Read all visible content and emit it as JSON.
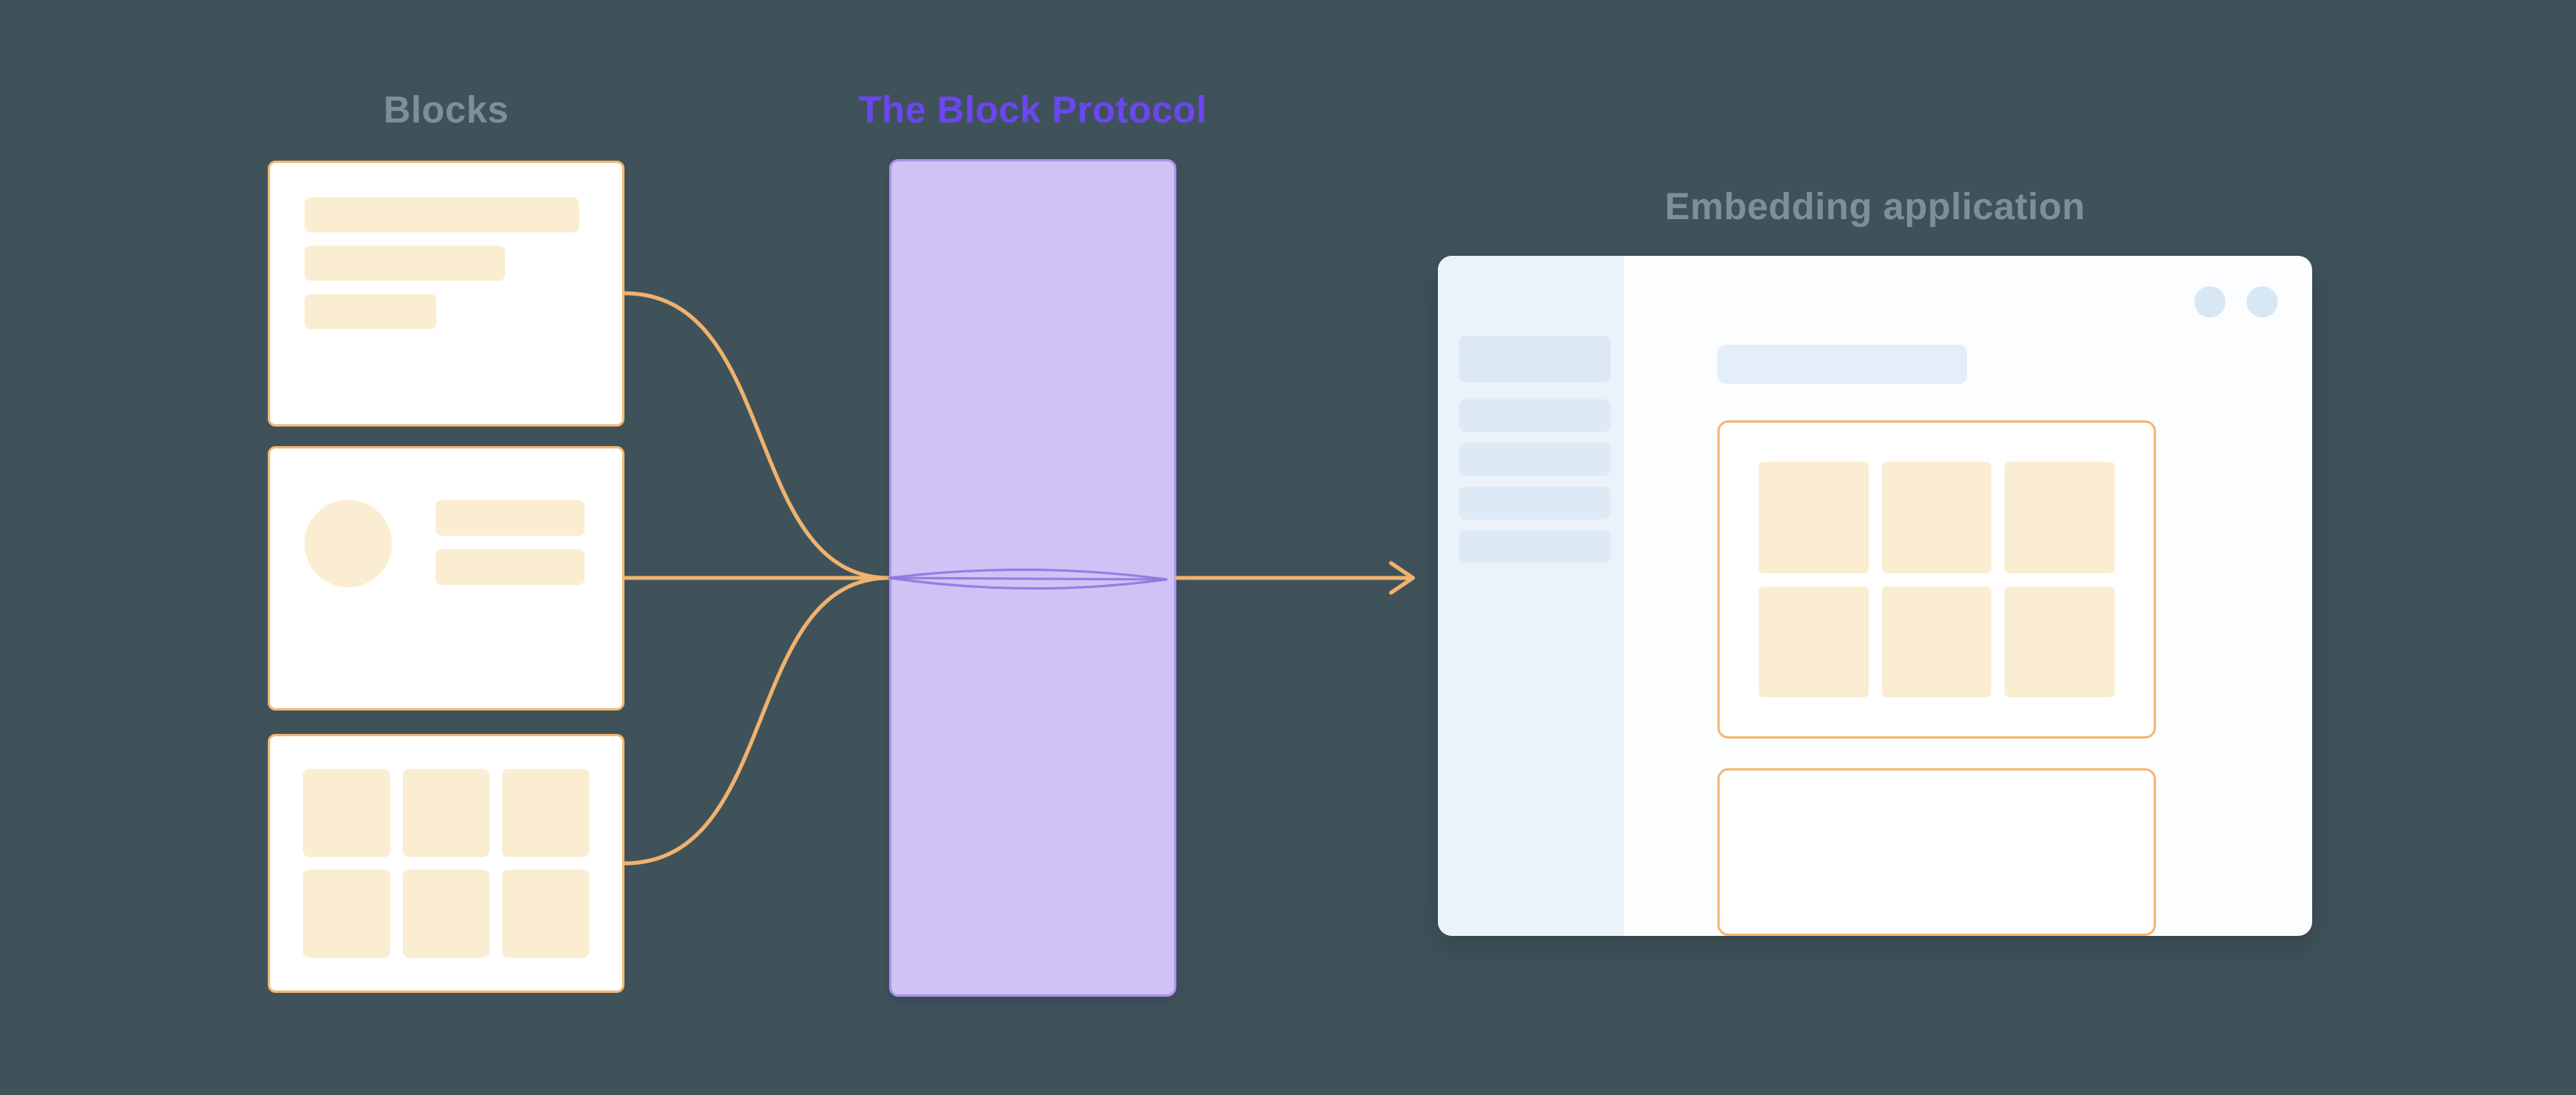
{
  "diagram": {
    "labels": {
      "blocks": "Blocks",
      "protocol": "The Block Protocol",
      "embedding_application": "Embedding application"
    },
    "colors": {
      "background": "#3F525A",
      "label_gray": "#7D8F9A",
      "label_purple": "#6B46F1",
      "card_border": "#F3B873",
      "card_fill": "#FFFFFF",
      "placeholder_cream": "#FBEDD2",
      "protocol_fill": "#CFC2F5",
      "protocol_border": "#AB93EB",
      "connector_orange": "#F0B26E",
      "protocol_fan_purple": "#8F76E0",
      "window_fill": "#FCFDFF",
      "sidebar_fill": "#EBF2F9",
      "sidebar_bar": "#DDE9F5",
      "content_bar": "#E4EEF9",
      "window_dot": "#D8E7F4"
    },
    "structure": {
      "block_cards": [
        "text-block",
        "media-block",
        "grid-block"
      ],
      "sidebar_item_count": 5,
      "grid_card_cells": 6,
      "embedded_grid_cells": 6
    }
  }
}
